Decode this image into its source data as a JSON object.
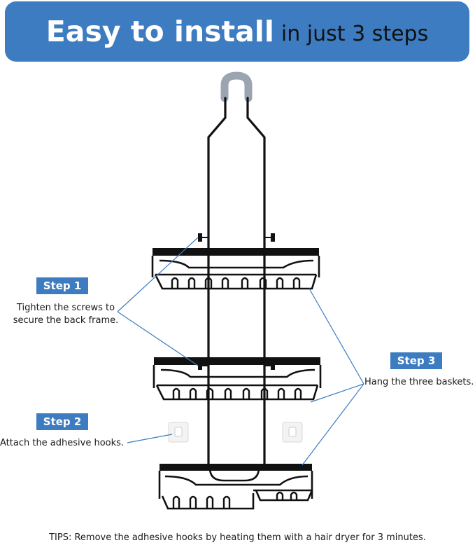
{
  "header": {
    "title_bold": "Easy to install",
    "title_light": "in just 3 steps",
    "background_color": "#3d7cc0"
  },
  "steps": [
    {
      "badge": "Step 1",
      "lines": [
        "Tighten the screws to",
        "secure the back frame."
      ]
    },
    {
      "badge": "Step 2",
      "lines": [
        "Attach the adhesive hooks."
      ]
    },
    {
      "badge": "Step 3",
      "lines": [
        "Hang the three baskets."
      ]
    }
  ],
  "tips": "TIPS: Remove the adhesive hooks by heating them with a hair dryer for 3 minutes.",
  "colors": {
    "accent": "#3d7cc0",
    "product": "#111111",
    "hook_pad": "#9aa5b1"
  }
}
